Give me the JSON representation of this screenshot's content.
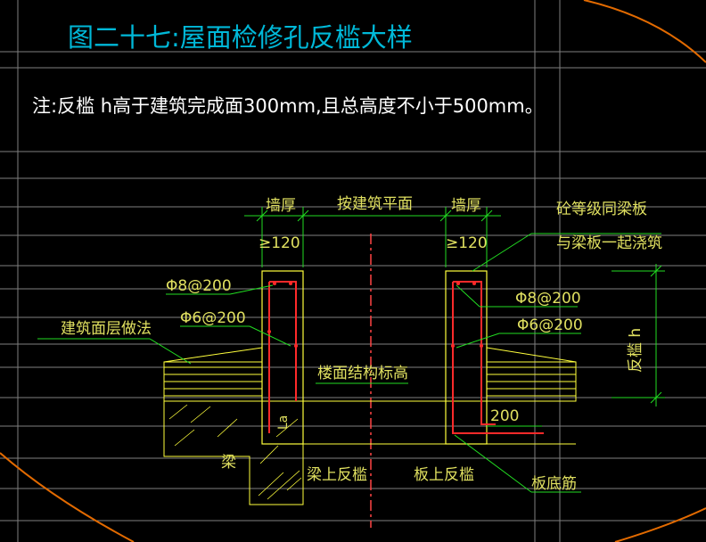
{
  "title": "图二十七:屋面检修孔反槛大样",
  "note": "注:反槛  h高于建筑完成面300mm,且总高度不小于500mm。",
  "labels": {
    "wall_thk_left": "墙厚",
    "by_plan": "按建筑平面",
    "wall_thk_right": "墙厚",
    "dim_left": "≥120",
    "dim_right": "≥120",
    "concrete_note_1": "砼等级同梁板",
    "concrete_note_2": "与梁板一起浇筑",
    "rebar_phi8_left": "Φ8@200",
    "rebar_phi6_left": "Φ6@200",
    "rebar_phi8_right": "Φ8@200",
    "rebar_phi6_right": "Φ6@200",
    "finish_layer": "建筑面层做法",
    "floor_level": "楼面结构标高",
    "curb_height": "反槛 h",
    "dim_200": "200",
    "beam": "梁",
    "beam_curb": "梁上反槛",
    "slab_curb": "板上反槛",
    "slab_bottom_bar": "板底筋",
    "la": "La"
  },
  "colors": {
    "background": "#000000",
    "title": "#00b8d8",
    "note": "#ffffff",
    "grid": "#7f7f7f",
    "outline": "#ffff3c",
    "dim": "#22dd22",
    "text_dim": "#e0e060",
    "rebar": "#ff2a2a",
    "hatch": "#ffff3c",
    "orange_line": "#e26a00"
  }
}
